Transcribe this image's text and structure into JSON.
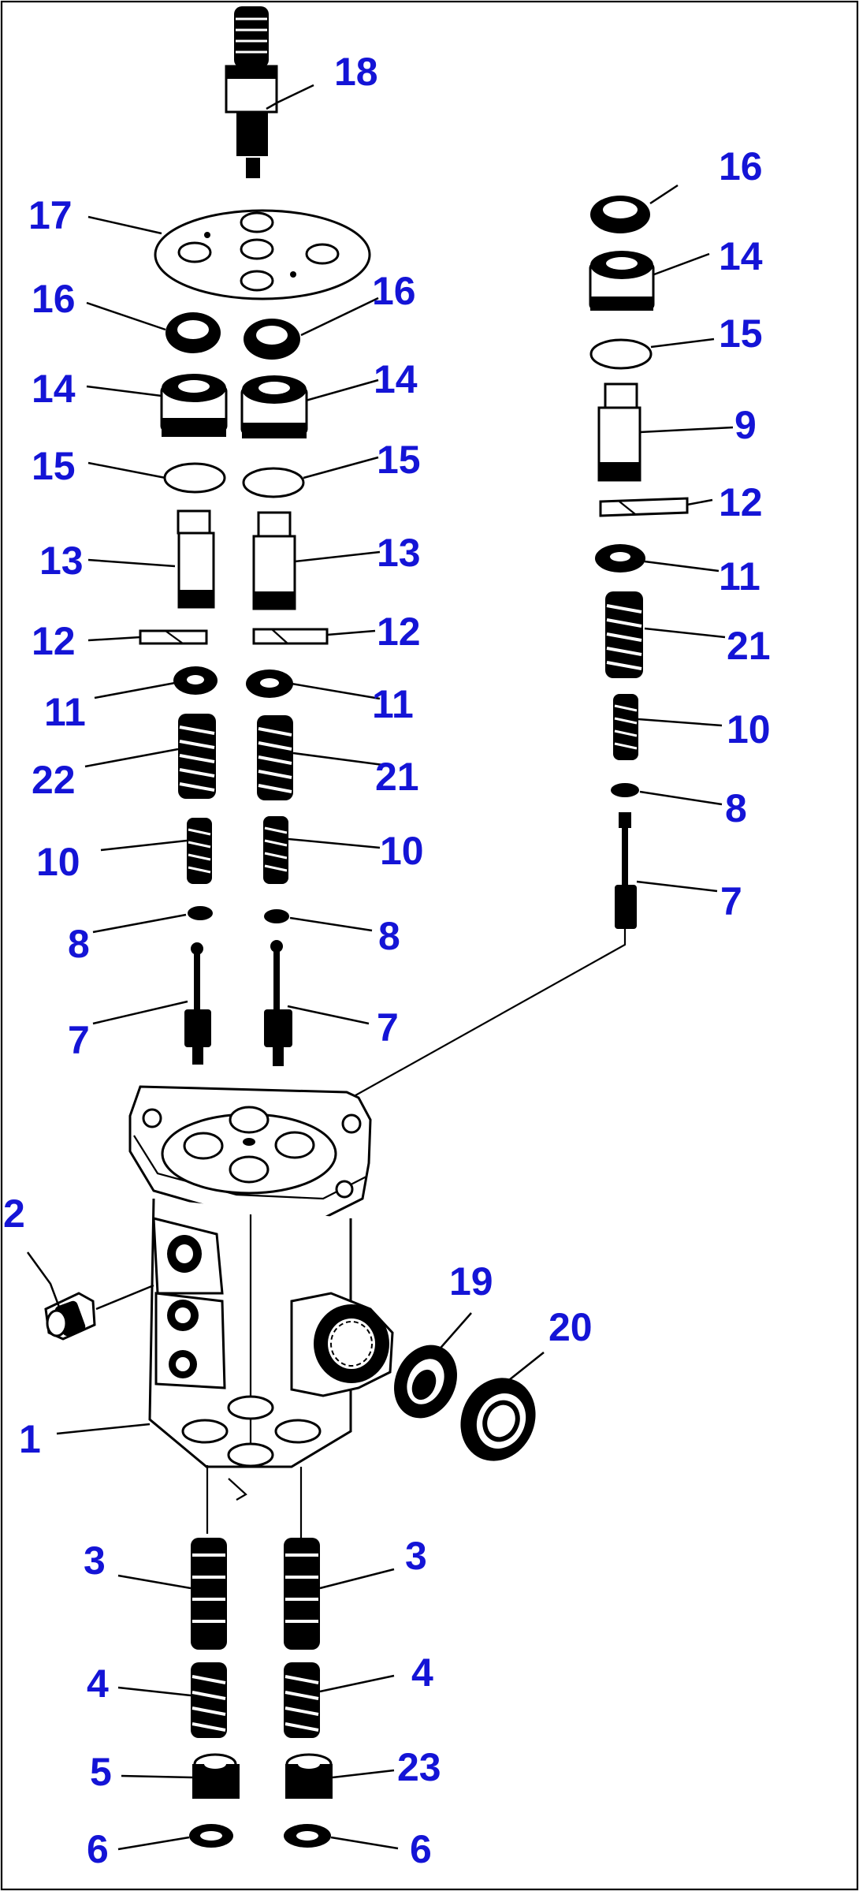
{
  "diagram": {
    "labels": {
      "n1": "1",
      "n2": "2",
      "n3_left": "3",
      "n3_right": "3",
      "n4_left": "4",
      "n4_right": "4",
      "n5": "5",
      "n6_left": "6",
      "n6_right": "6",
      "n7_left": "7",
      "n7_mid": "7",
      "n7_right": "7",
      "n8_left": "8",
      "n8_mid": "8",
      "n8_right": "8",
      "n9": "9",
      "n10_left": "10",
      "n10_mid": "10",
      "n10_right": "10",
      "n11_left": "11",
      "n11_mid": "11",
      "n11_right": "11",
      "n12_left": "12",
      "n12_mid": "12",
      "n12_right": "12",
      "n13_left": "13",
      "n13_mid": "13",
      "n14_left": "14",
      "n14_mid": "14",
      "n14_right": "14",
      "n15_left": "15",
      "n15_mid": "15",
      "n15_right": "15",
      "n16_left": "16",
      "n16_mid": "16",
      "n16_right": "16",
      "n17": "17",
      "n18": "18",
      "n19": "19",
      "n20": "20",
      "n21_mid": "21",
      "n21_right": "21",
      "n22": "22",
      "n23": "23"
    },
    "label_color": "#1414d6",
    "line_color": "#000000"
  }
}
